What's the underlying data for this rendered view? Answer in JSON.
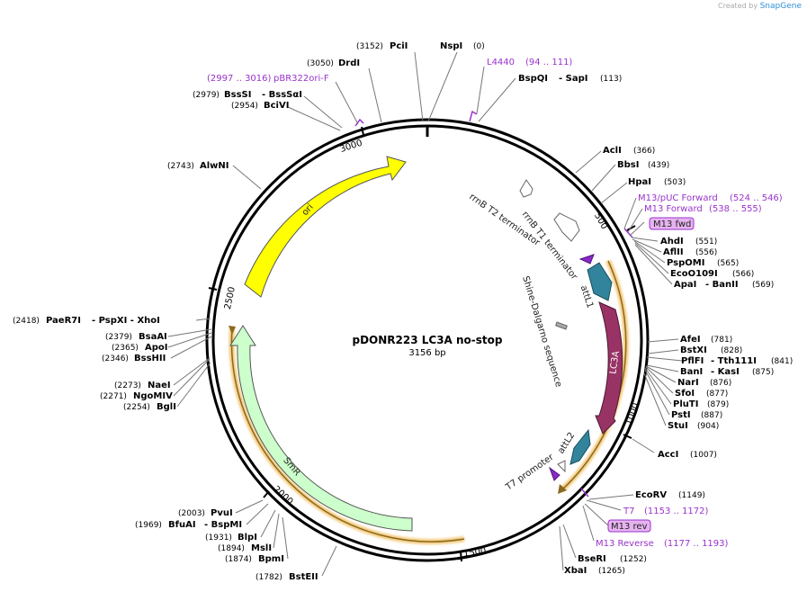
{
  "brand": {
    "created_by": "Created by",
    "app": "SnapGene"
  },
  "plasmid": {
    "name": "pDONR223 LC3A no-stop",
    "length_label": "3156 bp",
    "length": 3156
  },
  "colors": {
    "ori": "#ffff00",
    "SmR": "#ccffcc",
    "attL": "#31849b",
    "LC3A": "#993366",
    "terminator": "#ffffff",
    "promoter_arrow": "#8d28c9",
    "primer": "#9933cc",
    "primer_label_bg": "#e6b3f0",
    "highlight": "#f4c97a"
  },
  "ticks": [
    {
      "label": "500",
      "pos": 500
    },
    {
      "label": "1000",
      "pos": 1000
    },
    {
      "label": "1500",
      "pos": 1500
    },
    {
      "label": "2000",
      "pos": 2000
    },
    {
      "label": "2500",
      "pos": 2500
    },
    {
      "label": "3000",
      "pos": 3000
    }
  ],
  "features": [
    {
      "label": "ori",
      "type": "ori"
    },
    {
      "label": "SmR",
      "type": "cds"
    },
    {
      "label": "LC3A",
      "type": "cds"
    },
    {
      "label": "attL1",
      "type": "att"
    },
    {
      "label": "attL2",
      "type": "att"
    },
    {
      "label": "rrnB T2 terminator",
      "type": "terminator"
    },
    {
      "label": "rrnB T1 terminator",
      "type": "terminator"
    },
    {
      "label": "Shine-Dalgarno sequence",
      "type": "rbs"
    },
    {
      "label": "T7 promoter",
      "type": "promoter"
    }
  ],
  "sites_top": [
    {
      "pos": "(3152)",
      "name": "PciI"
    },
    {
      "pos": "(0)",
      "name": "NspI"
    },
    {
      "pos": "(3050)",
      "name": "DrdI"
    },
    {
      "pos": "(2997 .. 3016)",
      "name": "pBR322ori-F"
    },
    {
      "pos": "(2979)",
      "name": "BssSI",
      "alt": "- BssSαI"
    },
    {
      "pos": "(2954)",
      "name": "BciVI"
    },
    {
      "pos": "(2743)",
      "name": "AlwNI"
    }
  ],
  "sites_left": [
    {
      "pos": "(2418)",
      "name": "PaeR7I",
      "alt": "- PspXI   - XhoI"
    },
    {
      "pos": "(2379)",
      "name": "BsaAI"
    },
    {
      "pos": "(2365)",
      "name": "ApoI"
    },
    {
      "pos": "(2346)",
      "name": "BssHII"
    },
    {
      "pos": "(2273)",
      "name": "NaeI"
    },
    {
      "pos": "(2271)",
      "name": "NgoMIV"
    },
    {
      "pos": "(2254)",
      "name": "BglI"
    },
    {
      "pos": "(2003)",
      "name": "PvuI"
    },
    {
      "pos": "(1969)",
      "name": "BfuAI",
      "alt": "- BspMI"
    },
    {
      "pos": "(1931)",
      "name": "BlpI"
    },
    {
      "pos": "(1894)",
      "name": "MslI"
    },
    {
      "pos": "(1874)",
      "name": "BpmI"
    },
    {
      "pos": "(1782)",
      "name": "BstEII"
    }
  ],
  "sites_right": [
    {
      "name": "L4440",
      "pos": "(94 .. 111)",
      "primer": true
    },
    {
      "name": "BspQI",
      "alt": "- SapI",
      "pos": "(113)"
    },
    {
      "name": "AclI",
      "pos": "(366)"
    },
    {
      "name": "BbsI",
      "pos": "(439)"
    },
    {
      "name": "HpaI",
      "pos": "(503)"
    },
    {
      "name": "M13/pUC Forward",
      "pos": "(524 .. 546)",
      "primer": true
    },
    {
      "name": "M13 Forward",
      "pos": "(538 .. 555)",
      "primer": true
    },
    {
      "name": "AhdI",
      "pos": "(551)"
    },
    {
      "name": "AflII",
      "pos": "(556)"
    },
    {
      "name": "PspOMI",
      "pos": "(565)"
    },
    {
      "name": "EcoO109I",
      "pos": "(566)"
    },
    {
      "name": "ApaI",
      "alt": "- BanII",
      "pos": "(569)"
    },
    {
      "name": "AfeI",
      "pos": "(781)"
    },
    {
      "name": "BstXI",
      "pos": "(828)"
    },
    {
      "name": "PflFI",
      "alt": "- Tth111I",
      "pos": "(841)"
    },
    {
      "name": "BanI",
      "alt": "- KasI",
      "pos": "(875)"
    },
    {
      "name": "NarI",
      "pos": "(876)"
    },
    {
      "name": "SfoI",
      "pos": "(877)"
    },
    {
      "name": "PluTI",
      "pos": "(879)"
    },
    {
      "name": "PstI",
      "pos": "(887)"
    },
    {
      "name": "StuI",
      "pos": "(904)"
    },
    {
      "name": "AccI",
      "pos": "(1007)"
    },
    {
      "name": "EcoRV",
      "pos": "(1149)"
    },
    {
      "name": "T7",
      "pos": "(1153 .. 1172)",
      "primer": true
    },
    {
      "name": "M13 Reverse",
      "pos": "(1177 .. 1193)",
      "primer": true
    },
    {
      "name": "BseRI",
      "pos": "(1252)"
    },
    {
      "name": "XbaI",
      "pos": "(1265)"
    }
  ],
  "primer_badges": [
    {
      "label": "M13 fwd"
    },
    {
      "label": "M13 rev"
    }
  ]
}
